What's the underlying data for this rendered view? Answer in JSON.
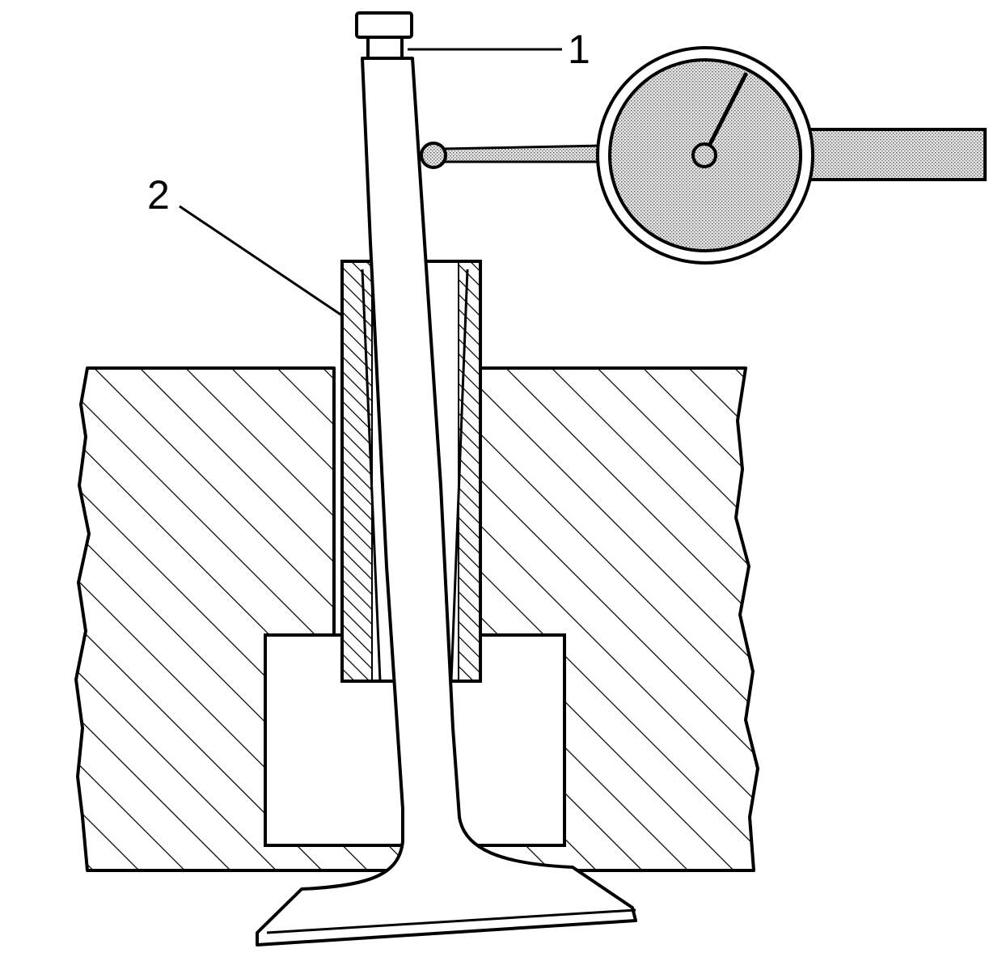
{
  "diagram": {
    "callouts": [
      {
        "id": "1",
        "label": "1"
      },
      {
        "id": "2",
        "label": "2"
      }
    ],
    "colors": {
      "line": "#000000",
      "background": "#ffffff",
      "dial_fill": "#d9d9d9"
    },
    "icons": [
      "valve-icon",
      "valve-guide-icon",
      "cylinder-head-icon",
      "dial-indicator-icon"
    ]
  }
}
